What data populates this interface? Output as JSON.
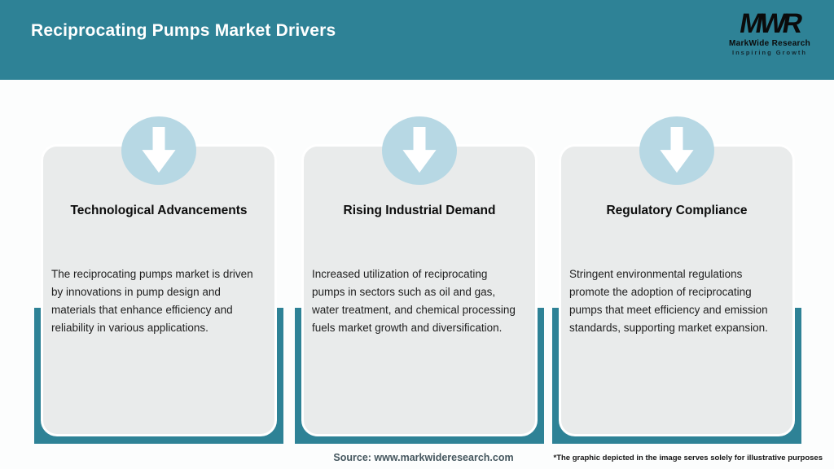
{
  "header": {
    "title": "Reciprocating Pumps Market Drivers",
    "logo": {
      "mark": "MWR",
      "name": "MarkWide Research",
      "tagline": "Inspiring Growth"
    }
  },
  "colors": {
    "header_teal": "#2e8296",
    "card_backing_teal": "#2e8296",
    "card_background": "#e9ebeb",
    "arrow_circle_blue": "#b7d8e4",
    "arrow_glyph": "#ffffff",
    "title_text": "#ffffff",
    "source_text": "#44565e"
  },
  "icons": {
    "card_icon": "down-arrow-icon"
  },
  "cards": [
    {
      "title": "Technological Advancements",
      "description": "The reciprocating pumps market is driven\nby innovations in pump design and\nmaterials that enhance efficiency and\nreliability in various applications."
    },
    {
      "title": "Rising Industrial Demand",
      "description": "Increased utilization of reciprocating\npumps in sectors such as oil and gas,\nwater treatment, and chemical processing\nfuels market growth and diversification."
    },
    {
      "title": "Regulatory Compliance",
      "description": "Stringent environmental regulations\npromote the adoption of reciprocating\npumps that meet efficiency and emission\nstandards, supporting market expansion."
    }
  ],
  "footer": {
    "source": "Source: www.markwideresearch.com",
    "disclaimer": "*The graphic depicted in the image serves solely for illustrative purposes"
  }
}
